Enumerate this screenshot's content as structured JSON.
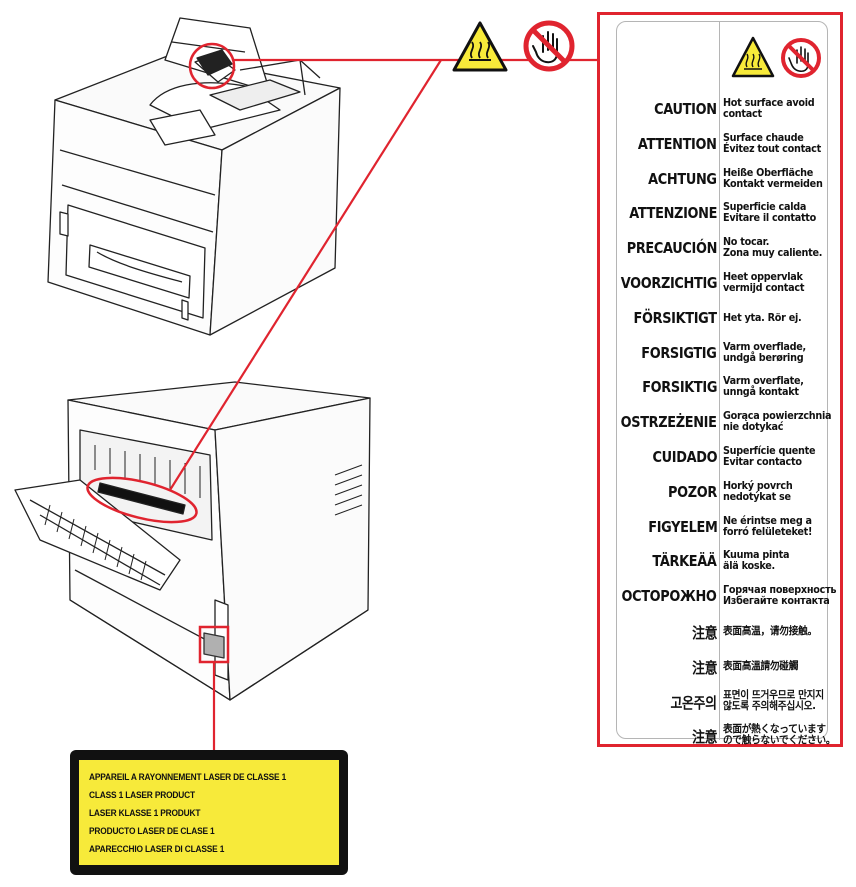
{
  "warning_label": {
    "rows": [
      {
        "lang": "CAUTION",
        "msg1": "Hot surface avoid",
        "msg2": "contact"
      },
      {
        "lang": "ATTENTION",
        "msg1": "Surface chaude",
        "msg2": "Évitez tout contact"
      },
      {
        "lang": "ACHTUNG",
        "msg1": "Heiße Oberfläche",
        "msg2": "Kontakt vermeiden"
      },
      {
        "lang": "ATTENZIONE",
        "msg1": "Superficie calda",
        "msg2": "Evitare il contatto"
      },
      {
        "lang": "PRECAUCIÓN",
        "msg1": "No tocar.",
        "msg2": "Zona muy caliente."
      },
      {
        "lang": "VOORZICHTIG",
        "msg1": "Heet oppervlak",
        "msg2": "vermijd contact"
      },
      {
        "lang": "FÖRSIKTIGT",
        "msg1": "Het yta. Rör ej.",
        "msg2": ""
      },
      {
        "lang": "FORSIGTIG",
        "msg1": "Varm overflade,",
        "msg2": "undgå berøring"
      },
      {
        "lang": "FORSIKTIG",
        "msg1": "Varm overflate,",
        "msg2": "unngå kontakt"
      },
      {
        "lang": "OSTRZEŻENIE",
        "msg1": "Gorąca powierzchnia",
        "msg2": "nie dotykać"
      },
      {
        "lang": "CUIDADO",
        "msg1": "Superfície quente",
        "msg2": "Evitar contacto"
      },
      {
        "lang": "POZOR",
        "msg1": "Horký povrch",
        "msg2": "nedotýkat se"
      },
      {
        "lang": "FIGYELEM",
        "msg1": "Ne érintse meg a",
        "msg2": "forró felületeket!"
      },
      {
        "lang": "TÄRKEÄÄ",
        "msg1": "Kuuma pinta",
        "msg2": "älä koske."
      },
      {
        "lang": "ОСТОРОЖНО",
        "msg1": "Горячая поверхность",
        "msg2": "Избегайте контакта"
      },
      {
        "lang": "注意",
        "msg1": "表面高温，请勿接触。",
        "msg2": ""
      },
      {
        "lang": "注意",
        "msg1": "表面高溫請勿碰觸",
        "msg2": ""
      },
      {
        "lang": "고온주의",
        "msg1": "표면이 뜨거우므로 만지지",
        "msg2": "않도록 주의해주십시오."
      },
      {
        "lang": "注意",
        "msg1": "表面が熱くなっています",
        "msg2": "ので触らないでください。"
      }
    ]
  },
  "laser_label": {
    "lines": [
      "APPAREIL A RAYONNEMENT LASER DE CLASSE 1",
      "CLASS 1 LASER PRODUCT",
      "LASER KLASSE 1 PRODUKT",
      "PRODUCTO LASER DE CLASE 1",
      "APARECCHIO LASER DI CLASSE 1"
    ]
  },
  "colors": {
    "callout_red": "#e0242f",
    "warning_yellow": "#f7ea3a",
    "prohibition_red": "#e0242f"
  },
  "icons": [
    "hot-surface-warning-icon",
    "do-not-touch-icon"
  ]
}
